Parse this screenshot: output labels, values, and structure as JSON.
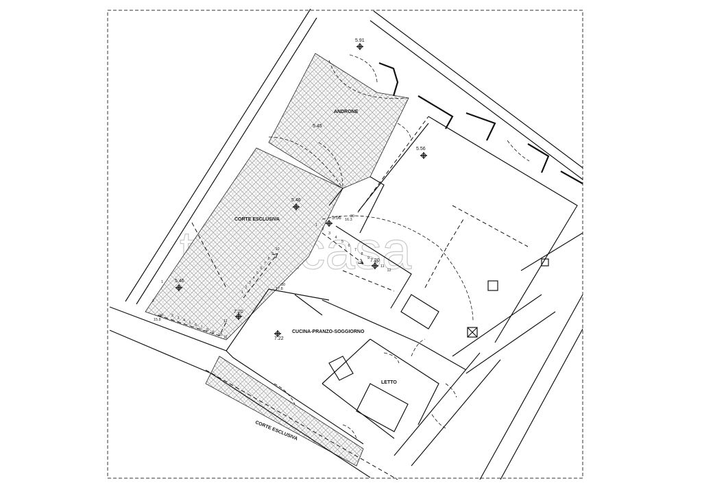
{
  "watermark": "trovacasa",
  "rooms": {
    "androne": "ANDRONE",
    "corte_esclusiva_top": "CORTE ESCLUSIVA",
    "corte_esclusiva_bottom": "CORTE ESCLUSIVA",
    "cucina": "CUCINA-PRANZO-SOGGIORNO",
    "letto": "LETTO"
  },
  "levels": {
    "l591": "5.91",
    "l545": "5.45",
    "l556a": "5.56",
    "l546a": "5.46",
    "l556b": "5.56",
    "l546b": "5.46",
    "l720a": "7.20",
    "l720b": "7.20",
    "l722": "7.22"
  },
  "stair_dims": {
    "a": "30",
    "b": "15.8",
    "c": "30",
    "d": "17.8",
    "e": "30",
    "f": "16.3"
  },
  "stair_numbers": {
    "left_run": [
      "1",
      "2",
      "3",
      "4",
      "5",
      "6",
      "7",
      "8",
      "9",
      "10",
      "11"
    ],
    "upper_run": [
      "1",
      "2",
      "3",
      "4",
      "5",
      "6",
      "7",
      "8",
      "9",
      "10"
    ],
    "lower_run": [
      "2",
      "3",
      "4",
      "5",
      "6",
      "7",
      "8",
      "9",
      "10",
      "11"
    ],
    "right_run": [
      "1",
      "2",
      "3",
      "4",
      "5",
      "6",
      "7",
      "8",
      "9",
      "10",
      "11",
      "12"
    ]
  }
}
